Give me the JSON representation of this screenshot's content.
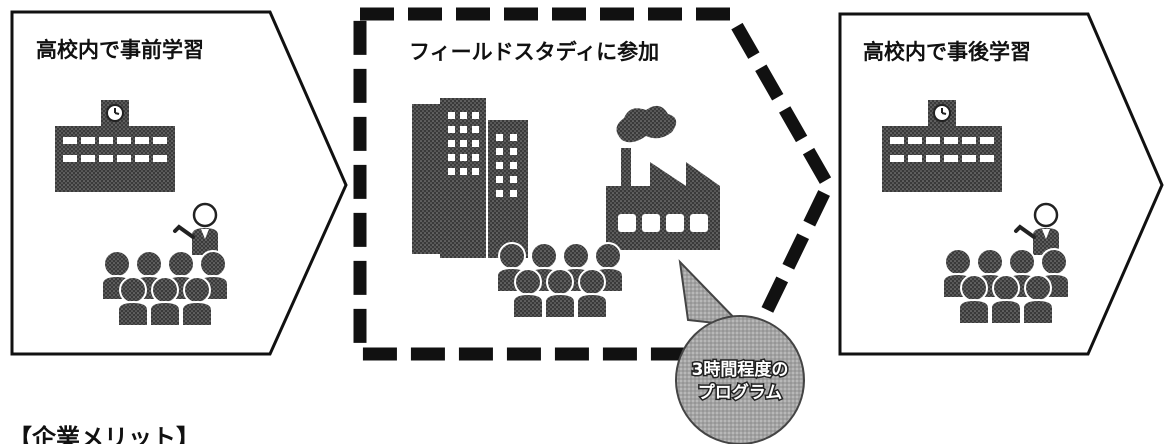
{
  "stages": [
    {
      "title": "高校内で事前学習"
    },
    {
      "title": "フィールドスタディに参加"
    },
    {
      "title": "高校内で事後学習"
    }
  ],
  "bubble": {
    "line1": "3時間程度の",
    "line2": "プログラム"
  },
  "footer": {
    "heading": "【企業メリット】"
  },
  "colors": {
    "ink": "#111111",
    "gray": "#a6a6a6",
    "fill": "#555555"
  }
}
